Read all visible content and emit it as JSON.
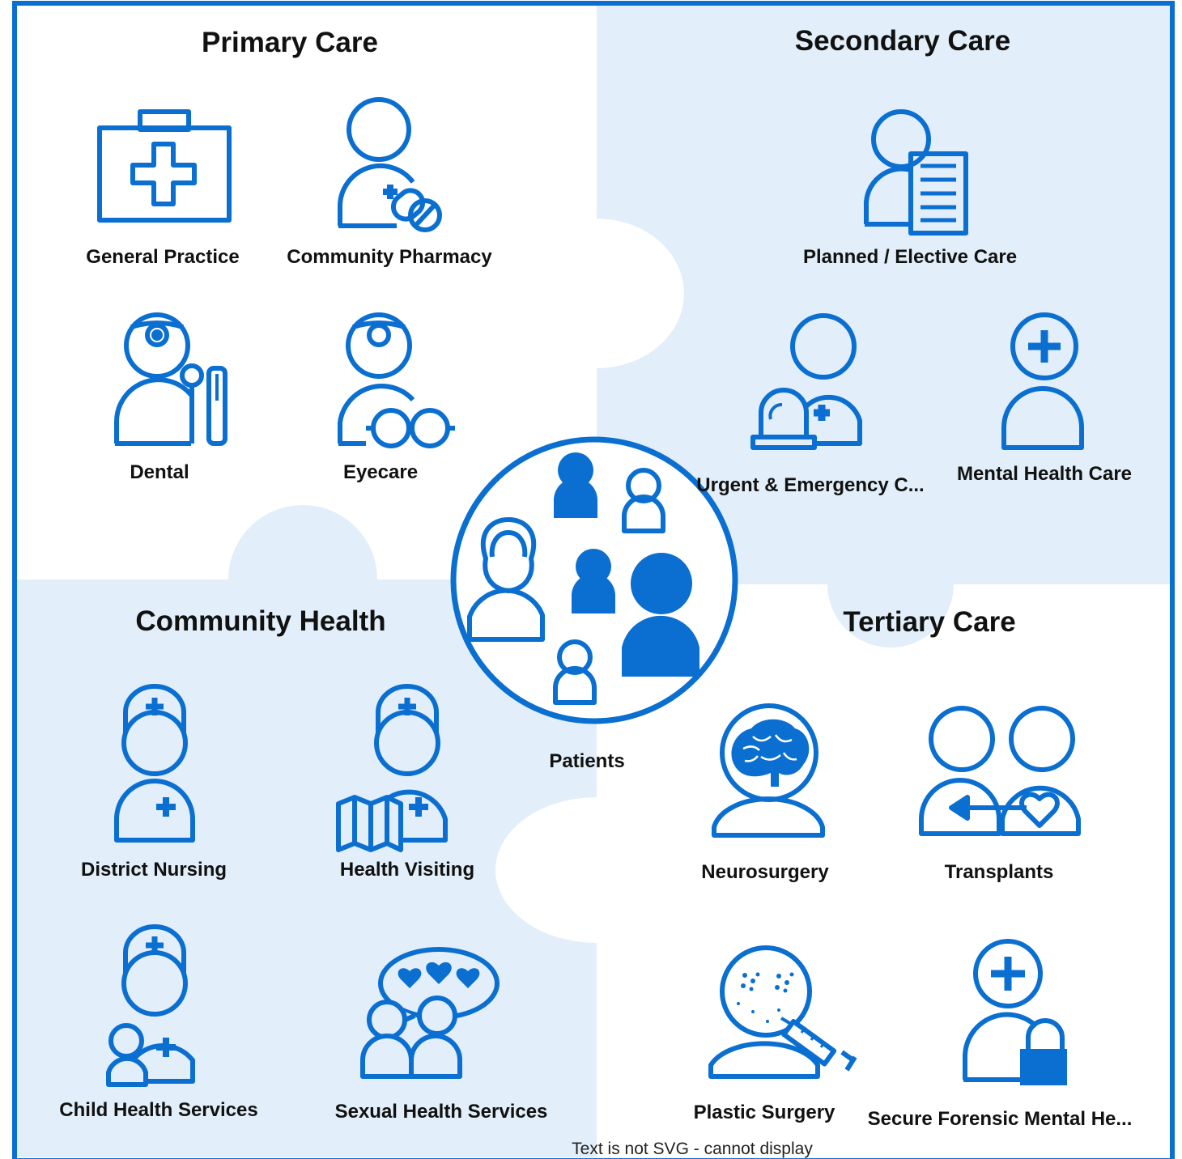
{
  "colors": {
    "accent": "#0a6fd0",
    "panel_tint": "#e2eef9",
    "text": "#111111",
    "background": "#ffffff"
  },
  "quadrants": {
    "primary": {
      "title": "Primary Care",
      "items": [
        {
          "label": "General Practice",
          "icon": "first-aid-kit-icon"
        },
        {
          "label": "Community Pharmacy",
          "icon": "pharmacist-icon"
        },
        {
          "label": "Dental",
          "icon": "dentist-icon"
        },
        {
          "label": "Eyecare",
          "icon": "optician-icon"
        }
      ]
    },
    "secondary": {
      "title": "Secondary Care",
      "items": [
        {
          "label": "Planned / Elective Care",
          "icon": "person-document-icon"
        },
        {
          "label": "Urgent & Emergency C...",
          "icon": "emergency-siren-icon"
        },
        {
          "label": "Mental Health Care",
          "icon": "mental-health-icon"
        }
      ]
    },
    "community": {
      "title": "Community Health",
      "items": [
        {
          "label": "District Nursing",
          "icon": "nurse-icon"
        },
        {
          "label": "Health Visiting",
          "icon": "health-visitor-map-icon"
        },
        {
          "label": "Child Health Services",
          "icon": "nurse-child-icon"
        },
        {
          "label": "Sexual Health Services",
          "icon": "couple-hearts-icon"
        }
      ]
    },
    "tertiary": {
      "title": "Tertiary Care",
      "items": [
        {
          "label": "Neurosurgery",
          "icon": "brain-icon"
        },
        {
          "label": "Transplants",
          "icon": "transplant-heart-icon"
        },
        {
          "label": "Plastic Surgery",
          "icon": "syringe-face-icon"
        },
        {
          "label": "Secure Forensic Mental He...",
          "icon": "secure-padlock-icon"
        }
      ]
    }
  },
  "center": {
    "label": "Patients",
    "icon": "patients-group-icon"
  },
  "footer_note": "Text is not SVG - cannot display"
}
